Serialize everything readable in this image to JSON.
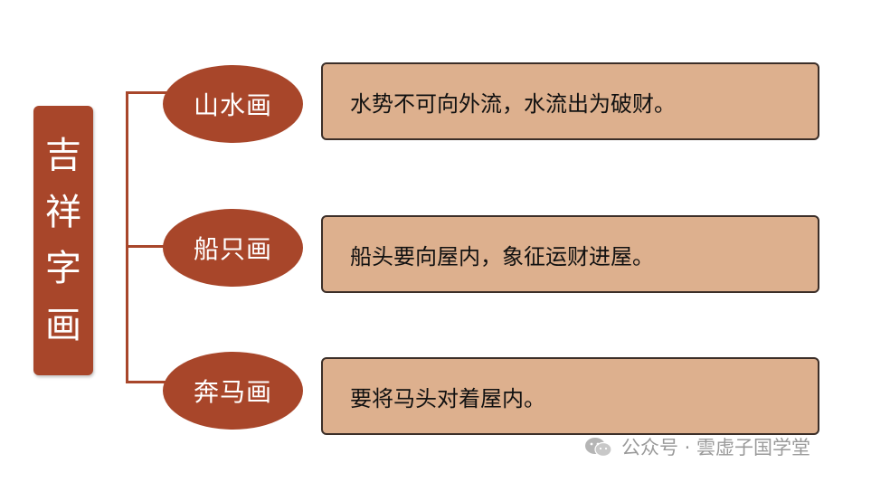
{
  "root": {
    "chars": [
      "吉",
      "祥",
      "字",
      "画"
    ]
  },
  "branches": [
    {
      "name": "山水画",
      "desc": "水势不可向外流，水流出为破财。"
    },
    {
      "name": "船只画",
      "desc": "船头要向屋内，象征运财进屋。"
    },
    {
      "name": "奔马画",
      "desc": "要将马头对着屋内。"
    }
  ],
  "watermark": {
    "icon": "wechat-icon",
    "text": "公众号 · 雲虚子国学堂"
  },
  "colors": {
    "accent": "#a8462a",
    "box_fill": "#ddb08e",
    "box_border": "#3b2e28"
  }
}
